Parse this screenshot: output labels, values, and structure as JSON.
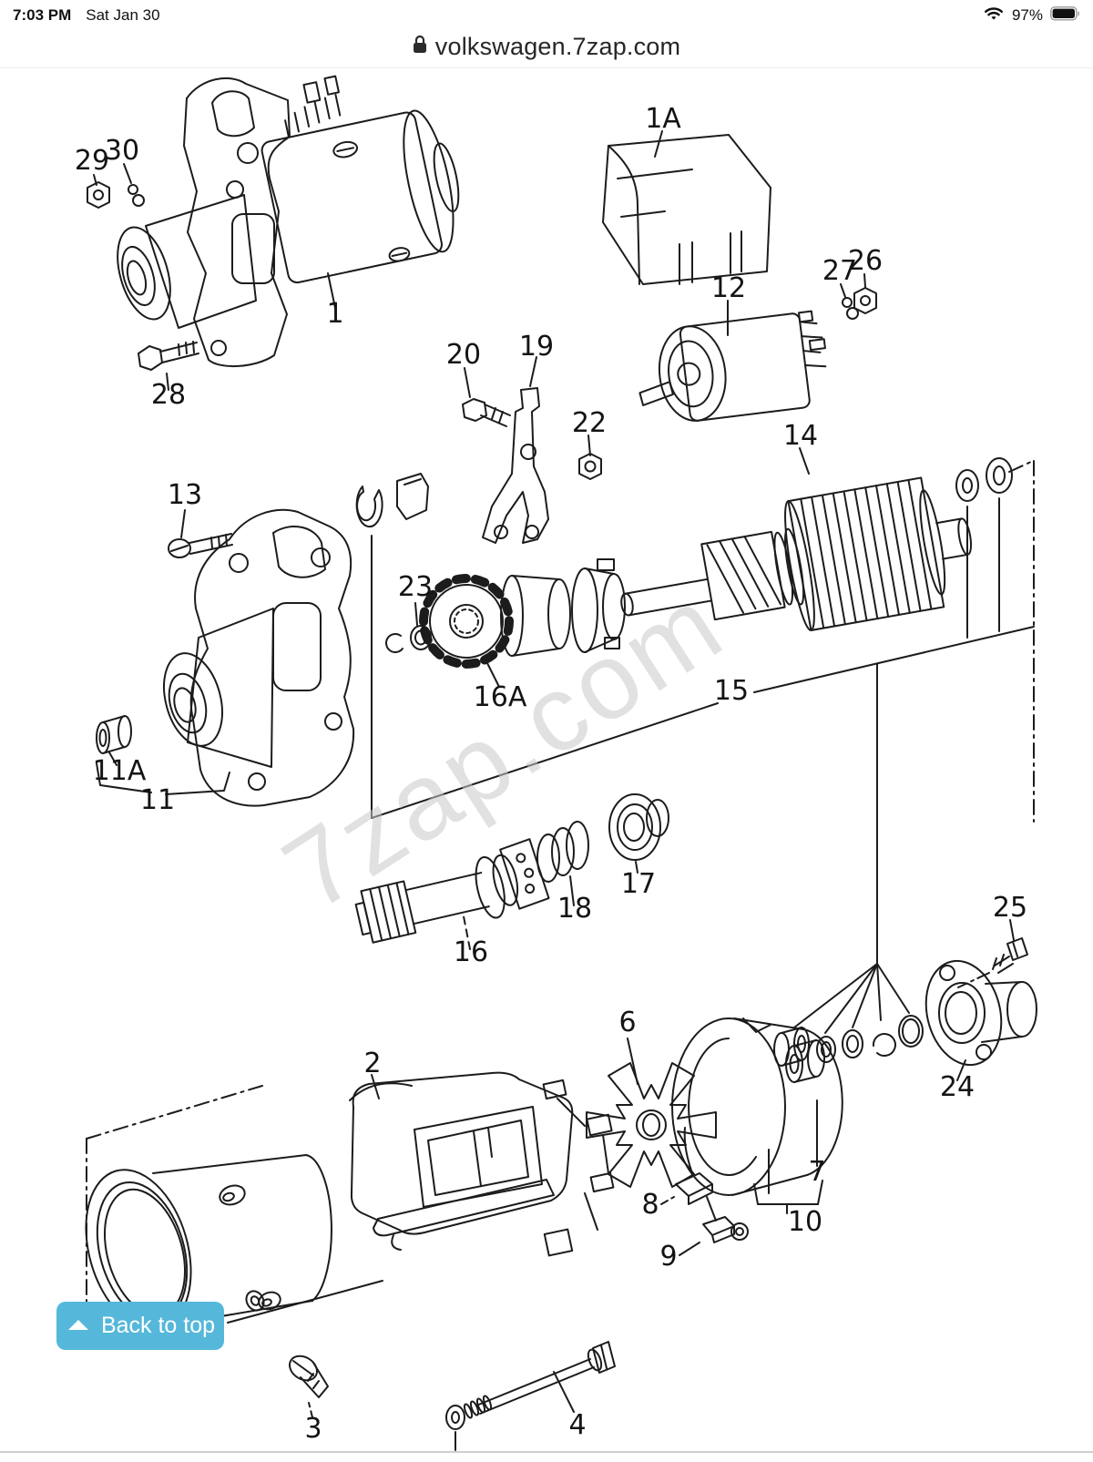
{
  "status_bar": {
    "time": "7:03 PM",
    "date": "Sat Jan 30",
    "battery_percent": "97%"
  },
  "url_bar": {
    "domain": "volkswagen.7zap.com"
  },
  "watermark": "7zap.com",
  "back_to_top": {
    "label": "Back to top"
  },
  "accent_colors": {
    "button_blue": "#55b8da",
    "line_ink": "#1c1c1c",
    "watermark_gray": "#c9c9c9"
  },
  "diagram": {
    "description": "Exploded parts diagram of a starter motor",
    "labels": {
      "p1": "1",
      "p1a": "1A",
      "p2": "2",
      "p3": "3",
      "p4": "4",
      "p6": "6",
      "p7": "7",
      "p8": "8",
      "p9": "9",
      "p10": "10",
      "p11": "11",
      "p11a": "11A",
      "p12": "12",
      "p13": "13",
      "p14": "14",
      "p15": "15",
      "p16": "16",
      "p16a": "16A",
      "p17": "17",
      "p18": "18",
      "p19": "19",
      "p20": "20",
      "p22": "22",
      "p23": "23",
      "p24": "24",
      "p25": "25",
      "p26": "26",
      "p27": "27",
      "p28": "28",
      "p29": "29",
      "p30": "30"
    }
  }
}
